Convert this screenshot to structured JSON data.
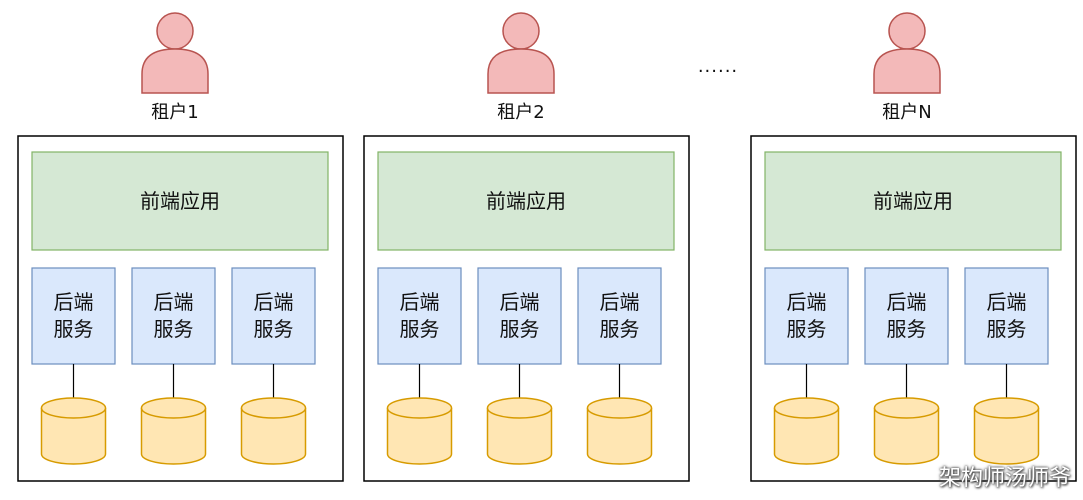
{
  "tenants": [
    {
      "label": "租户1",
      "frontend": "前端应用",
      "services": [
        {
          "line1": "后端",
          "line2": "服务"
        },
        {
          "line1": "后端",
          "line2": "服务"
        },
        {
          "line1": "后端",
          "line2": "服务"
        }
      ]
    },
    {
      "label": "租户2",
      "frontend": "前端应用",
      "services": [
        {
          "line1": "后端",
          "line2": "服务"
        },
        {
          "line1": "后端",
          "line2": "服务"
        },
        {
          "line1": "后端",
          "line2": "服务"
        }
      ]
    },
    {
      "label": "租户N",
      "frontend": "前端应用",
      "services": [
        {
          "line1": "后端",
          "line2": "服务"
        },
        {
          "line1": "后端",
          "line2": "服务"
        },
        {
          "line1": "后端",
          "line2": "服务"
        }
      ]
    }
  ],
  "ellipsis": "......",
  "watermark": "架构师汤师爷",
  "colors": {
    "user_fill": "#f3b9b9",
    "user_stroke": "#b85450",
    "frontend_fill": "#d5e8d4",
    "frontend_stroke": "#82b366",
    "service_fill": "#dae8fc",
    "service_stroke": "#6c8ebf",
    "db_fill": "#ffe6b3",
    "db_stroke": "#d79b00"
  }
}
